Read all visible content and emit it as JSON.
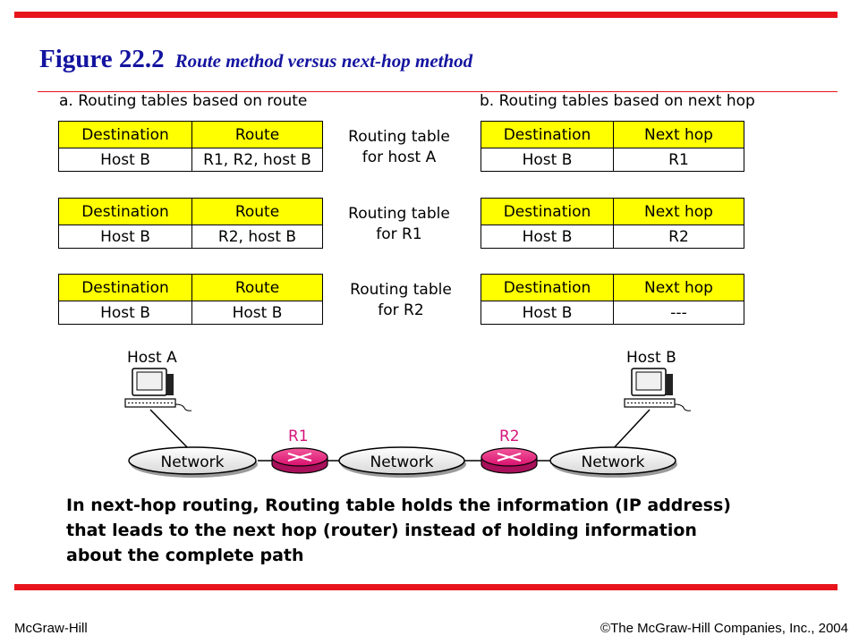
{
  "title": {
    "figure": "Figure 22.2",
    "subtitle": "Route method versus next-hop method"
  },
  "route_section": {
    "heading": "a. Routing tables based on route",
    "tables": [
      {
        "headers": [
          "Destination",
          "Route"
        ],
        "row": [
          "Host B",
          "R1, R2, host B"
        ]
      },
      {
        "headers": [
          "Destination",
          "Route"
        ],
        "row": [
          "Host B",
          "R2, host B"
        ]
      },
      {
        "headers": [
          "Destination",
          "Route"
        ],
        "row": [
          "Host B",
          "Host B"
        ]
      }
    ]
  },
  "nexthop_section": {
    "heading": "b. Routing tables based on next hop",
    "tables": [
      {
        "headers": [
          "Destination",
          "Next hop"
        ],
        "row": [
          "Host B",
          "R1"
        ]
      },
      {
        "headers": [
          "Destination",
          "Next hop"
        ],
        "row": [
          "Host B",
          "R2"
        ]
      },
      {
        "headers": [
          "Destination",
          "Next hop"
        ],
        "row": [
          "Host B",
          "---"
        ]
      }
    ]
  },
  "captions": [
    {
      "line1": "Routing table",
      "line2": "for host A"
    },
    {
      "line1": "Routing table",
      "line2": "for R1"
    },
    {
      "line1": "Routing table",
      "line2": "for R2"
    }
  ],
  "network": {
    "host_a": "Host A",
    "host_b": "Host B",
    "router_1": "R1",
    "router_2": "R2",
    "networks": [
      "Network",
      "Network",
      "Network"
    ]
  },
  "note": "In next-hop routing, Routing table holds the information (IP address) that leads to the next hop (router) instead of holding information about the  complete path",
  "footer": {
    "left": "McGraw-Hill",
    "right": "©The McGraw-Hill Companies, Inc., 2004"
  },
  "colors": {
    "accent_red": "#e8141c",
    "title_blue": "#1414a0",
    "header_yellow": "#ffff00",
    "router_magenta": "#e8187a",
    "router_label": "#d4147a"
  }
}
